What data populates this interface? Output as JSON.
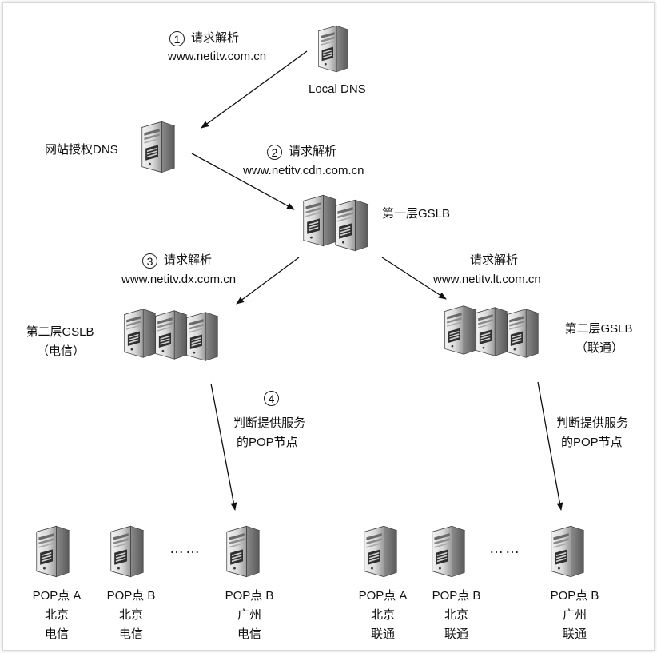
{
  "steps": [
    {
      "num": "1",
      "action": "请求解析",
      "domain": "www.netitv.com.cn"
    },
    {
      "num": "2",
      "action": "请求解析",
      "domain": "www.netitv.cdn.com.cn"
    },
    {
      "num": "3",
      "action": "请求解析",
      "domain": "www.netitv.dx.com.cn"
    },
    {
      "num": "",
      "action": "请求解析",
      "domain": "www.netitv.lt.com.cn"
    },
    {
      "num": "4",
      "action": "判断提供服务",
      "domain": "的POP节点"
    },
    {
      "num": "",
      "action": "判断提供服务",
      "domain": "的POP节点"
    }
  ],
  "nodes": {
    "local_dns": "Local DNS",
    "auth_dns": "网站授权DNS",
    "gslb1": "第一层GSLB",
    "gslb2_dx": {
      "name": "第二层GSLB",
      "isp": "（电信）"
    },
    "gslb2_lt": {
      "name": "第二层GSLB",
      "isp": "（联通）"
    }
  },
  "pops": [
    {
      "name": "POP点 A",
      "city": "北京",
      "isp": "电信"
    },
    {
      "name": "POP点 B",
      "city": "北京",
      "isp": "电信"
    },
    {
      "name": "POP点 B",
      "city": "广州",
      "isp": "电信"
    },
    {
      "name": "POP点 A",
      "city": "北京",
      "isp": "联通"
    },
    {
      "name": "POP点 B",
      "city": "北京",
      "isp": "联通"
    },
    {
      "name": "POP点 B",
      "city": "广州",
      "isp": "联通"
    }
  ],
  "ellipsis": "……",
  "icons": {
    "server": "server-icon",
    "arrow": "arrow-icon"
  }
}
